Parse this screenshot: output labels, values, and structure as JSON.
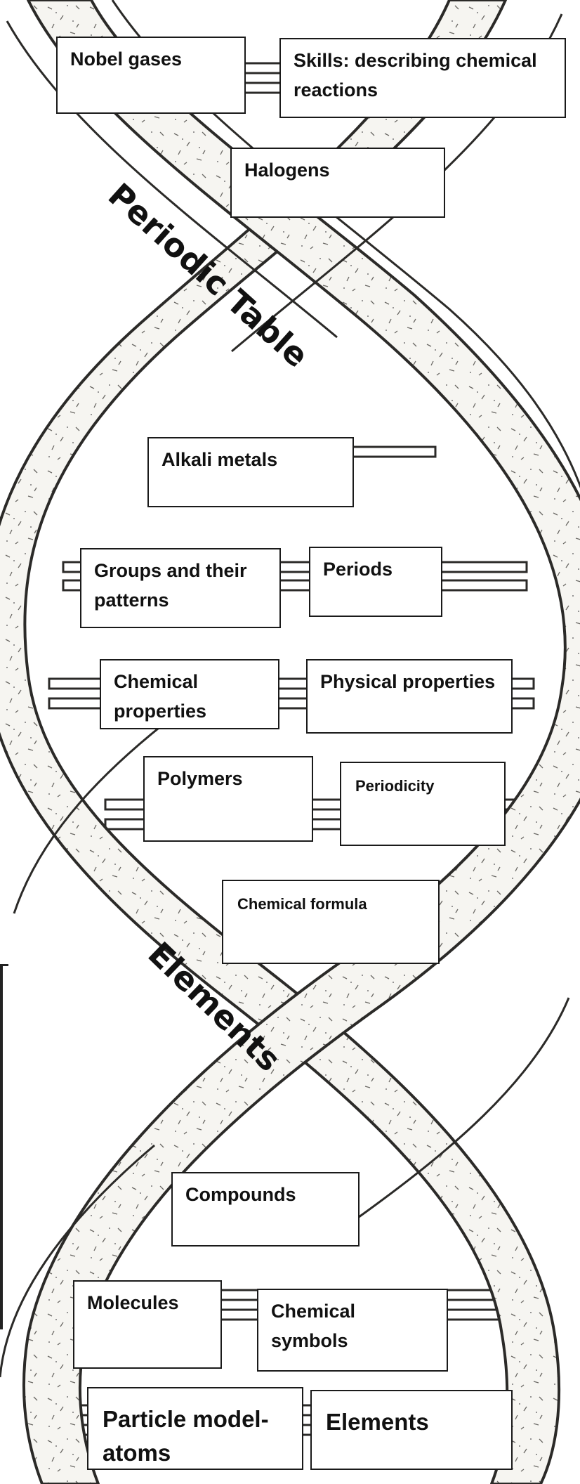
{
  "strands": {
    "top_label": "Periodic Table",
    "bottom_label": "Elements"
  },
  "boxes": {
    "nobel_gases": "Nobel gases",
    "skills": "Skills: describing chemical reactions",
    "halogens": "Halogens",
    "alkali_metals": "Alkali metals",
    "groups": "Groups and their patterns",
    "periods": "Periods",
    "chemical_properties": "Chemical properties",
    "physical_properties": "Physical properties",
    "polymers": "Polymers",
    "periodicity": "Periodicity",
    "chemical_formula": "Chemical formula",
    "compounds": "Compounds",
    "molecules": "Molecules",
    "chemical_symbols": "Chemical symbols",
    "particle_model": "Particle model- atoms",
    "elements": "Elements"
  },
  "colors": {
    "ink": "#2b2a28",
    "strand_fill": "#f3f2ee",
    "box_border": "#1a1a1a"
  }
}
